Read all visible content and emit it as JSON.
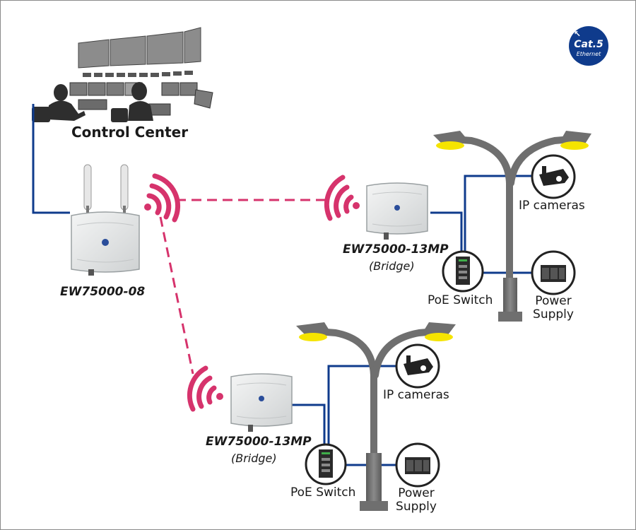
{
  "labels": {
    "control_center": "Control Center",
    "ap_model": "EW75000-08",
    "bridge1_model": "EW75000-13MP",
    "bridge1_role": "(Bridge)",
    "bridge2_model": "EW75000-13MP",
    "bridge2_role": "(Bridge)",
    "ip_cameras_1": "IP cameras",
    "ip_cameras_2": "IP cameras",
    "poe_switch_1": "PoE Switch",
    "poe_switch_2": "PoE Switch",
    "power_supply_1": "Power\nSupply",
    "power_supply_2": "Power\nSupply"
  },
  "badge": {
    "main": "Cat.5",
    "sub": "Ethernet"
  },
  "colors": {
    "ethernet": "#0f3b8c",
    "wireless": "#d6336c",
    "device_body": "#e6e8e8",
    "pole": "#6f6f6f",
    "lamp": "#f5e400"
  }
}
